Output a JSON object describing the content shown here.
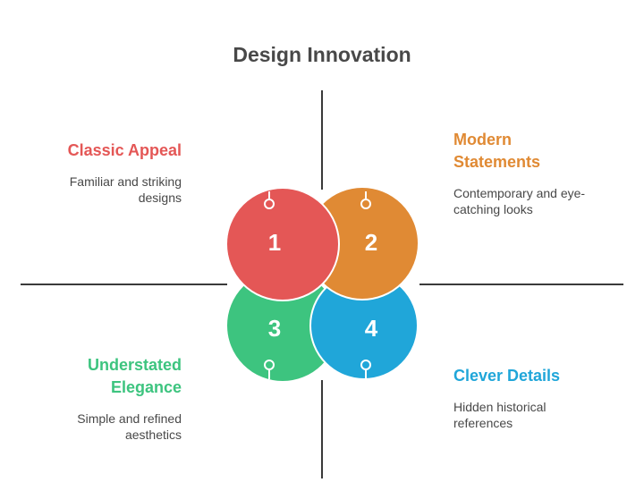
{
  "title": "Design Innovation",
  "colors": {
    "red": "#E45756",
    "orange": "#E08A34",
    "green": "#3DC47F",
    "blue": "#20A6D9",
    "text": "#484848",
    "line": "#3a3a3a"
  },
  "segments": [
    {
      "number": "1",
      "heading": [
        "Classic Appeal"
      ],
      "description": [
        "Familiar and striking",
        "designs"
      ],
      "color": "red"
    },
    {
      "number": "2",
      "heading": [
        "Modern",
        "Statements"
      ],
      "description": [
        "Contemporary and eye-",
        "catching looks"
      ],
      "color": "orange"
    },
    {
      "number": "3",
      "heading": [
        "Understated",
        "Elegance"
      ],
      "description": [
        "Simple and refined",
        "aesthetics"
      ],
      "color": "green"
    },
    {
      "number": "4",
      "heading": [
        "Clever Details"
      ],
      "description": [
        "Hidden historical",
        "references"
      ],
      "color": "blue"
    }
  ]
}
